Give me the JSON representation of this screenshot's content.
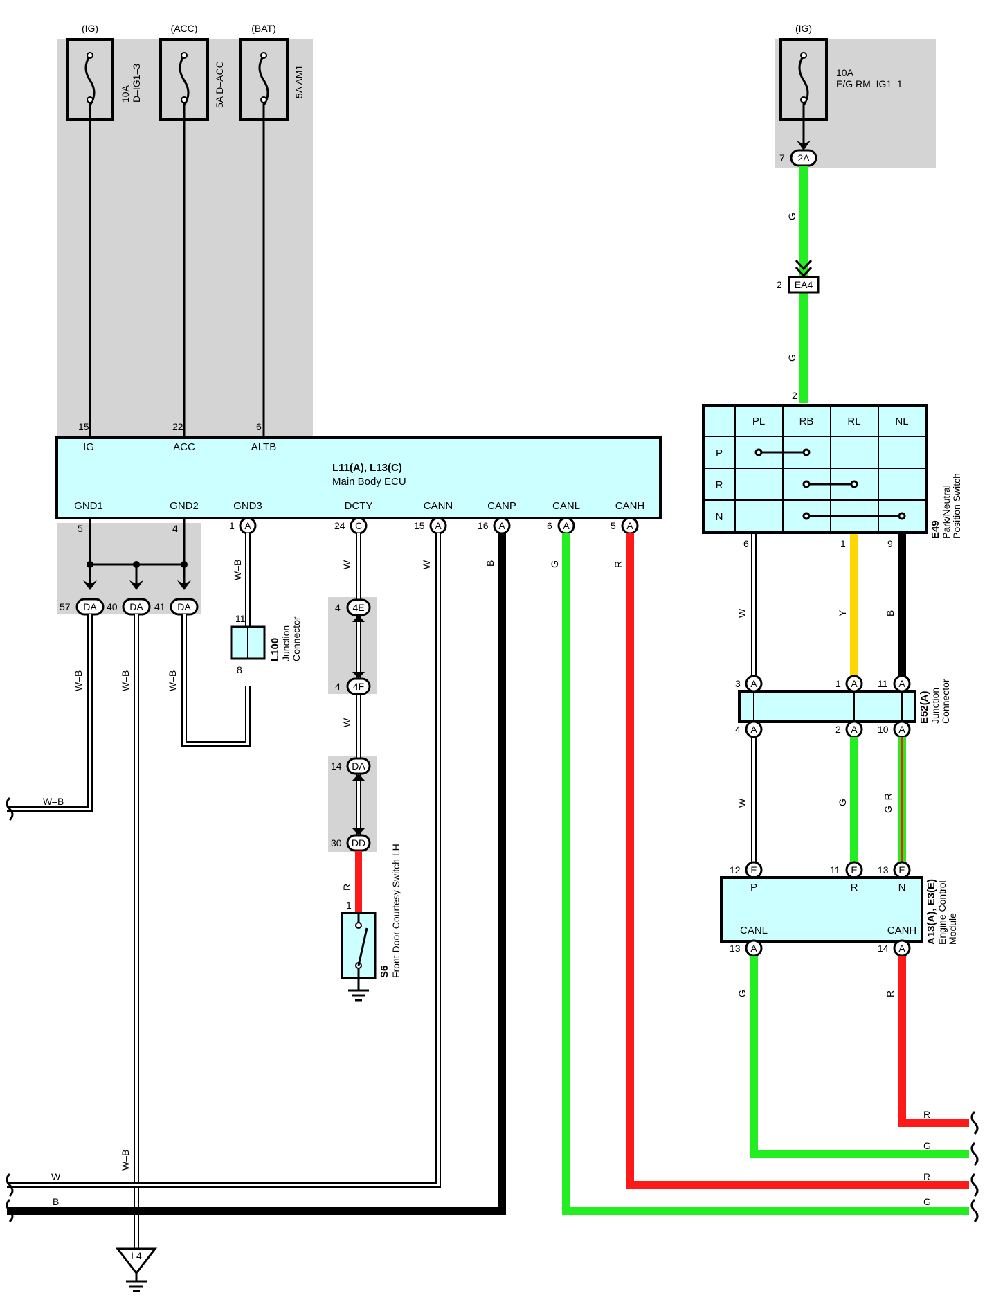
{
  "colors": {
    "shade": "#d4d4d4",
    "box": "#ccffff",
    "green": "#22ee22",
    "red": "#ff1a1a",
    "yellow": "#ffd700",
    "black": "#000000"
  },
  "fuses": [
    {
      "src": "(IG)",
      "rating": "10A",
      "name": "D–IG1–3"
    },
    {
      "src": "(ACC)",
      "rating": "",
      "name": "5A D–ACC"
    },
    {
      "src": "(BAT)",
      "rating": "",
      "name": "5A AM1"
    },
    {
      "src": "(IG)",
      "rating": "10A",
      "name": "E/G RM–IG1–1"
    }
  ],
  "ecu": {
    "id": "L11(A), L13(C)",
    "name": "Main Body ECU",
    "top_pins": [
      {
        "num": "15",
        "label": "IG"
      },
      {
        "num": "22",
        "label": "ACC"
      },
      {
        "num": "6",
        "label": "ALTB"
      }
    ],
    "bottom_pins": [
      {
        "num": "5",
        "label": "GND1",
        "conn": ""
      },
      {
        "num": "4",
        "label": "GND2",
        "conn": ""
      },
      {
        "num": "1",
        "label": "GND3",
        "conn": "A"
      },
      {
        "num": "24",
        "label": "DCTY",
        "conn": "C"
      },
      {
        "num": "15",
        "label": "CANN",
        "conn": "A"
      },
      {
        "num": "16",
        "label": "CANP",
        "conn": "A"
      },
      {
        "num": "6",
        "label": "CANL",
        "conn": "A"
      },
      {
        "num": "5",
        "label": "CANH",
        "conn": "A"
      }
    ]
  },
  "pns": {
    "id": "E49",
    "name1": "Park/Neutral",
    "name2": "Position Switch",
    "cols": [
      "PL",
      "RB",
      "RL",
      "NL"
    ],
    "rows": [
      "P",
      "R",
      "N"
    ],
    "pins": [
      "2",
      "6",
      "1",
      "9"
    ]
  },
  "jc_e52": {
    "id": "E52(A)",
    "name1": "Junction",
    "name2": "Connector",
    "top": [
      "3",
      "1",
      "11"
    ],
    "bottom": [
      "4",
      "2",
      "10"
    ],
    "conn": "A"
  },
  "jc_l100": {
    "id": "L100",
    "name1": "Junction",
    "name2": "Connector",
    "top": "11",
    "bottom": "8"
  },
  "ecm": {
    "id": "A13(A), E3(E)",
    "name1": "Engine Control",
    "name2": "Module",
    "top_pins": [
      {
        "num": "12",
        "label": "P"
      },
      {
        "num": "11",
        "label": "R"
      },
      {
        "num": "13",
        "label": "N"
      }
    ],
    "bottom_pins": [
      {
        "num": "13",
        "label": "CANL"
      },
      {
        "num": "14",
        "label": "CANH"
      }
    ],
    "top_conn": "E",
    "bottom_conn": "A"
  },
  "switch_s6": {
    "id": "S6",
    "name": "Front Door Courtesy Switch LH",
    "pin": "1"
  },
  "connectors": {
    "c2a": {
      "num": "7",
      "code": "2A"
    },
    "ea4": {
      "num": "2",
      "code": "EA4"
    },
    "da1": {
      "num": "57",
      "code": "DA"
    },
    "da2": {
      "num": "40",
      "code": "DA"
    },
    "da3": {
      "num": "41",
      "code": "DA"
    },
    "c4e": {
      "num": "4",
      "code": "4E"
    },
    "c4f": {
      "num": "4",
      "code": "4F"
    },
    "cda": {
      "num": "14",
      "code": "DA"
    },
    "cdd": {
      "num": "30",
      "code": "DD"
    }
  },
  "ground": {
    "code": "L4"
  },
  "wire_colors": {
    "G": "G",
    "W": "W",
    "B": "B",
    "R": "R",
    "Y": "Y",
    "WB": "W–B",
    "GR": "G–R"
  }
}
